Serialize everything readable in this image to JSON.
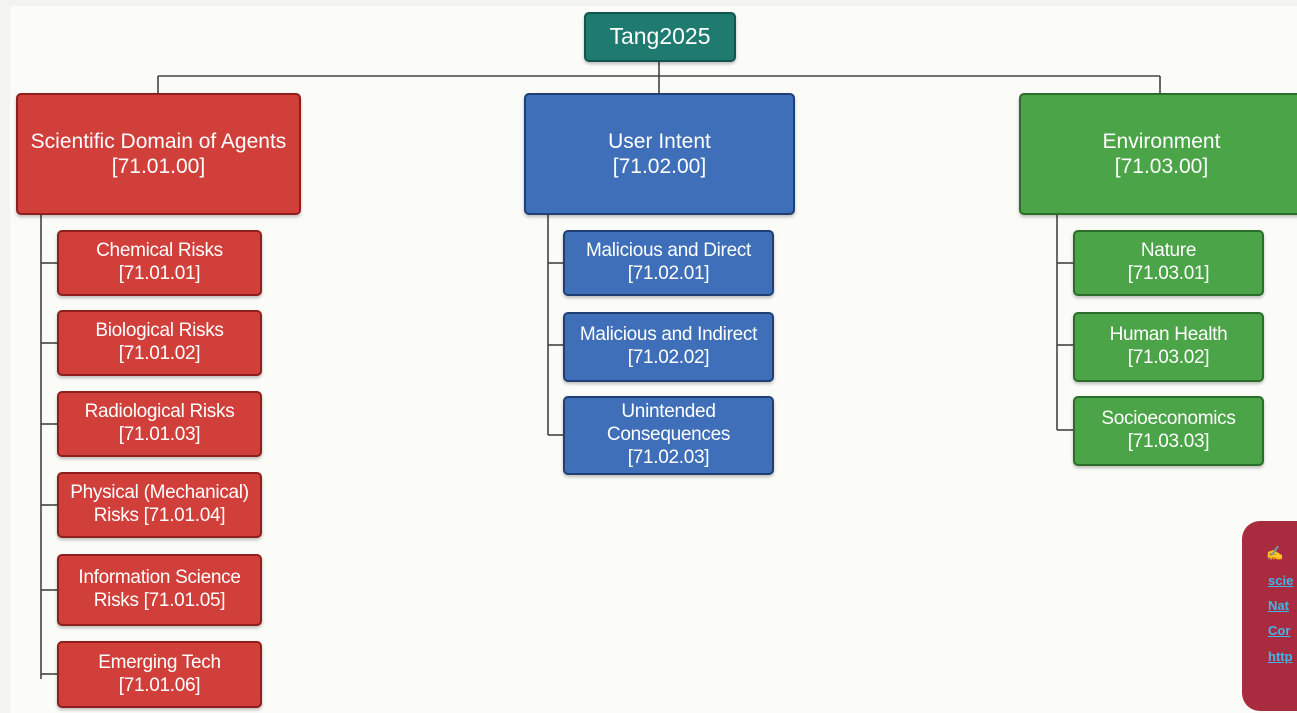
{
  "root": {
    "label": "Tang2025"
  },
  "categories": [
    {
      "title": "Scientific Domain of Agents",
      "code": "[71.01.00]",
      "color": "#d13f3a",
      "items": [
        {
          "lines": [
            "Chemical Risks",
            "[71.01.01]"
          ]
        },
        {
          "lines": [
            "Biological Risks",
            "[71.01.02]"
          ]
        },
        {
          "lines": [
            "Radiological Risks",
            "[71.01.03]"
          ]
        },
        {
          "lines": [
            "Physical (Mechanical)",
            "Risks [71.01.04]"
          ]
        },
        {
          "lines": [
            "Information Science",
            "Risks [71.01.05]"
          ]
        },
        {
          "lines": [
            "Emerging Tech",
            "[71.01.06]"
          ]
        }
      ]
    },
    {
      "title": "User Intent",
      "code": "[71.02.00]",
      "color": "#3f6fb9",
      "items": [
        {
          "lines": [
            "Malicious and Direct",
            "[71.02.01]"
          ]
        },
        {
          "lines": [
            "Malicious and Indirect",
            "[71.02.02]"
          ]
        },
        {
          "lines": [
            "Unintended",
            "Consequences",
            "[71.02.03]"
          ]
        }
      ]
    },
    {
      "title": "Environment",
      "code": "[71.03.00]",
      "color": "#4ba447",
      "items": [
        {
          "lines": [
            "Nature",
            "[71.03.01]"
          ]
        },
        {
          "lines": [
            "Human Health",
            "[71.03.02]"
          ]
        },
        {
          "lines": [
            "Socioeconomics",
            "[71.03.03]"
          ]
        }
      ]
    }
  ],
  "note": {
    "icon": "writing-hand-icon",
    "lines": [
      "scie",
      "Nat",
      "Cor",
      "http"
    ]
  }
}
